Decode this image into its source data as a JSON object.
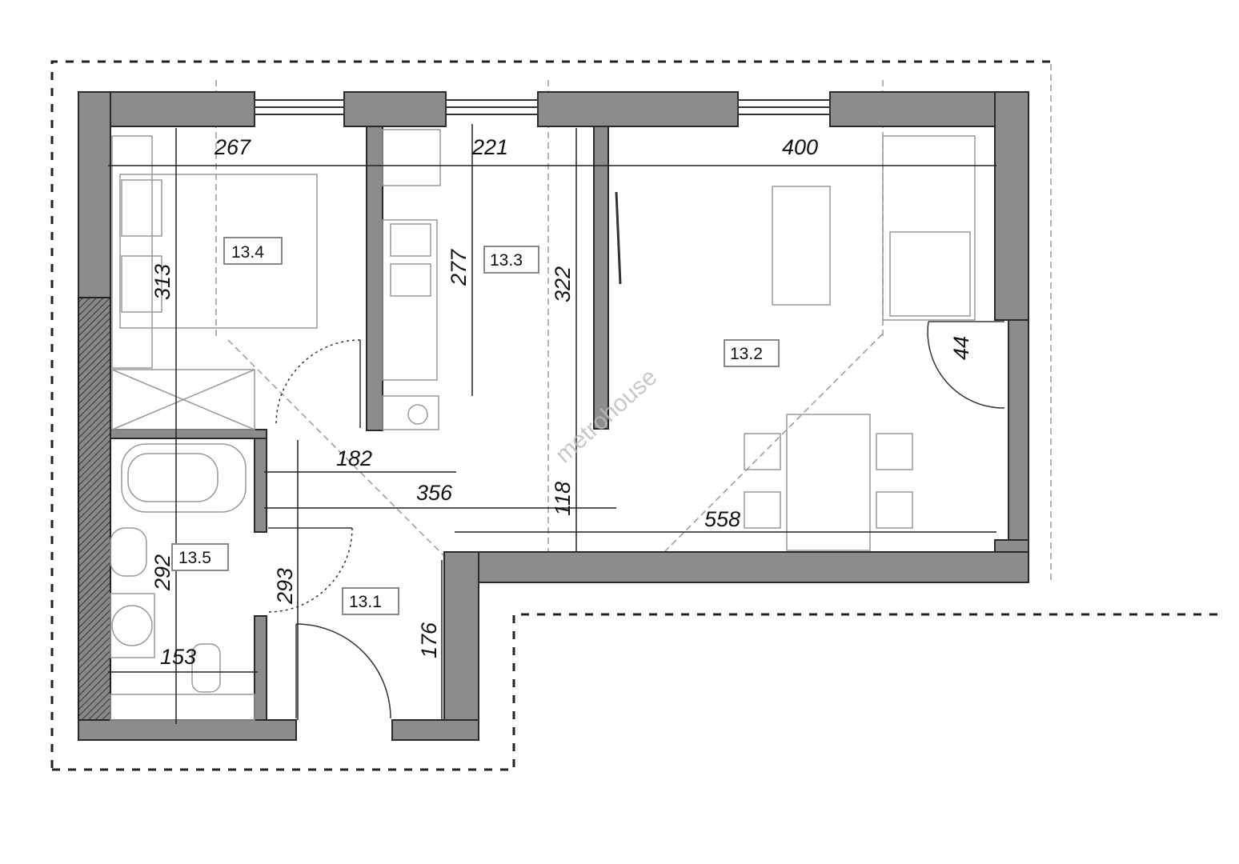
{
  "rooms": {
    "r131": "13.1",
    "r132": "13.2",
    "r133": "13.3",
    "r134": "13.4",
    "r135": "13.5"
  },
  "dimensions": {
    "d267": "267",
    "d221": "221",
    "d400": "400",
    "d313": "313",
    "d277": "277",
    "d322": "322",
    "d182": "182",
    "d356": "356",
    "d118": "118",
    "d558": "558",
    "d292": "292",
    "d293": "293",
    "d176": "176",
    "d153": "153",
    "d44": "44"
  },
  "watermark": "metrohouse"
}
